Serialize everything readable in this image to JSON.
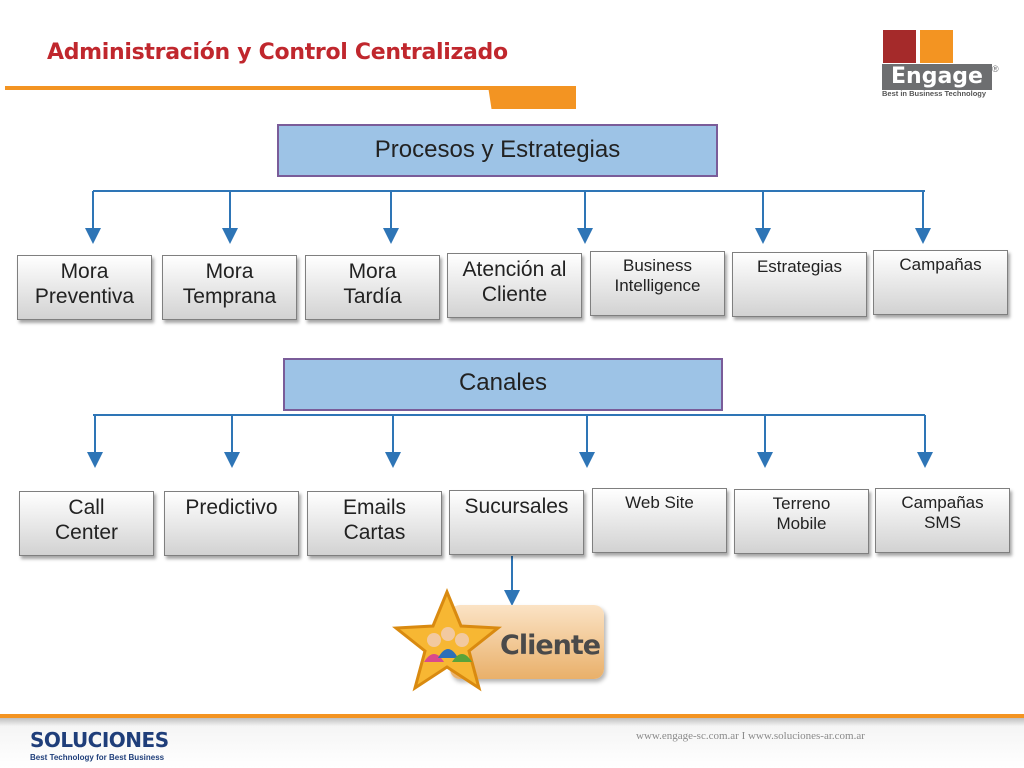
{
  "title": "Administración y Control Centralizado",
  "logo": {
    "word": "Engage",
    "registered": "®",
    "tagline": "Best in Business Technology"
  },
  "procesos": {
    "header": "Procesos y Estrategias",
    "items": [
      [
        "Mora",
        "Preventiva"
      ],
      [
        "Mora",
        "Temprana"
      ],
      [
        "Mora",
        "Tardía"
      ],
      [
        "Atención al",
        "Cliente"
      ],
      [
        "Business",
        "Intelligence"
      ],
      [
        "Estrategias"
      ],
      [
        "Campañas"
      ]
    ]
  },
  "canales": {
    "header": "Canales",
    "items": [
      [
        "Call",
        "Center"
      ],
      [
        "Predictivo"
      ],
      [
        "Emails",
        "Cartas"
      ],
      [
        "Sucursales"
      ],
      [
        "Web Site"
      ],
      [
        "Terreno",
        "Mobile"
      ],
      [
        "Campañas",
        "SMS"
      ]
    ]
  },
  "cliente": {
    "label": "Cliente"
  },
  "footer": {
    "logo": "SOLUCIONES",
    "tagline": "Best Technology for Best Business",
    "urls": "www.engage-sc.com.ar  I  www.soluciones-ar.com.ar"
  },
  "colors": {
    "title": "#c0272d",
    "accent": "#f39422",
    "header_fill": "#9dc3e6",
    "header_border": "#7a5c99",
    "connector": "#2e75b6"
  }
}
